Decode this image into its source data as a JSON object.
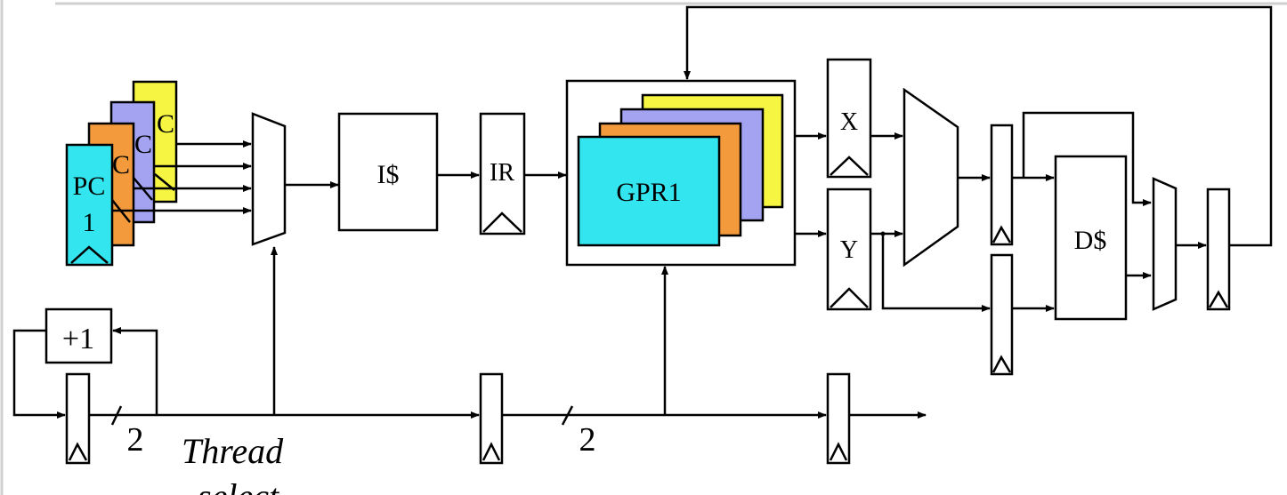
{
  "diagram": {
    "colors": {
      "pc1": "#33e5ee",
      "pc2": "#f29a3c",
      "pc3": "#a3a3f2",
      "pc4": "#f5f542",
      "gpr1": "#33e5ee",
      "gpr2": "#f29a3c",
      "gpr3": "#a3a3f2",
      "gpr4": "#f5f542",
      "stroke": "#000000",
      "frame": "#d0d0d0"
    },
    "pc_stack": {
      "front_label_line1": "PC",
      "front_label_line2": "1",
      "back_labels": [
        "C",
        "C",
        "C"
      ]
    },
    "icache_label": "I$",
    "ir_label": "IR",
    "gpr_front_label": "GPR1",
    "x_reg_label": "X",
    "y_reg_label": "Y",
    "dcache_label": "D$",
    "increment_label": "+1",
    "bus_width_1": "2",
    "bus_width_2": "2",
    "thread_label": "Thread",
    "thread_label_cut": "select"
  }
}
